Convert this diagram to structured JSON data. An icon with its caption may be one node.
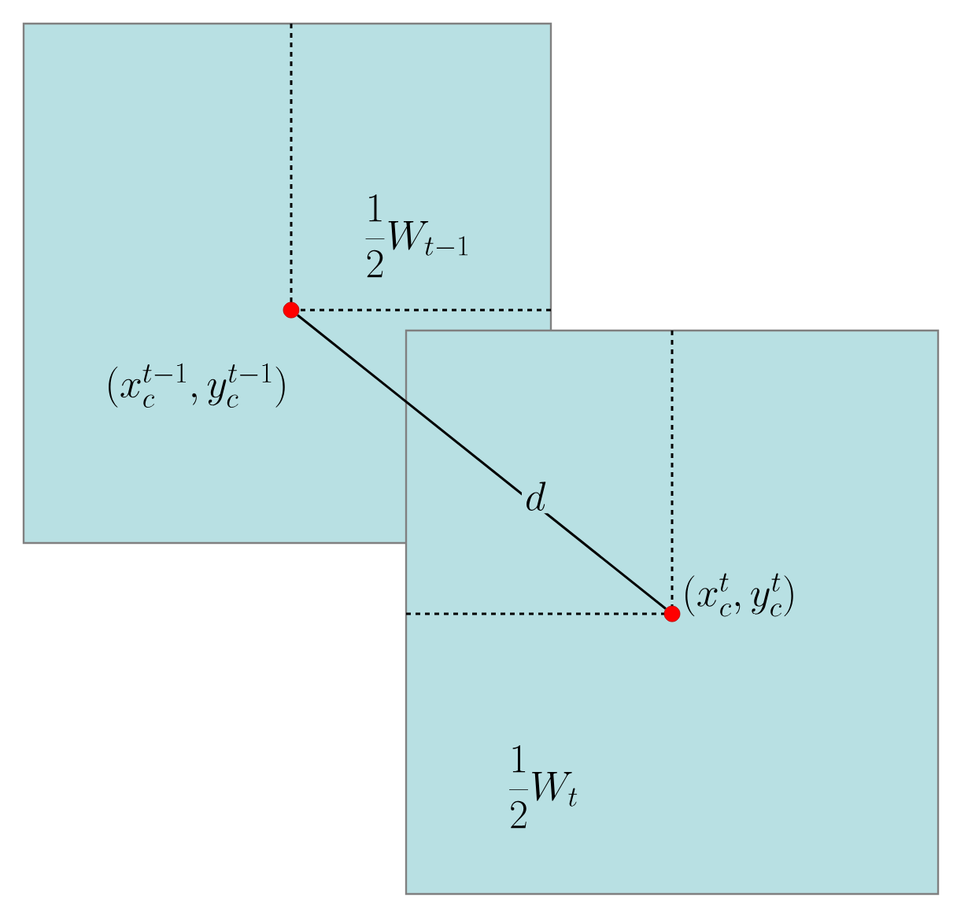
{
  "diagram": {
    "nodes": [
      {
        "text": [
          "\\frac{1}{2}W_{t-1}"
        ]
      },
      {
        "text": [
          "\\frac{1}{2}W_{t}"
        ]
      },
      {
        "text": [],
        "shape": "circle",
        "in": 0,
        "beside": [
          "(x_c^{t-1},y_c^{t-1})"
        ]
      },
      {
        "text": [],
        "shape": "circle",
        "in": 1,
        "beside": [
          "(x_c^{t},y_c^{t})"
        ]
      }
    ],
    "edges": [
      {
        "from": 2,
        "to": 3,
        "arrow": "none",
        "label": "d"
      }
    ]
  }
}
